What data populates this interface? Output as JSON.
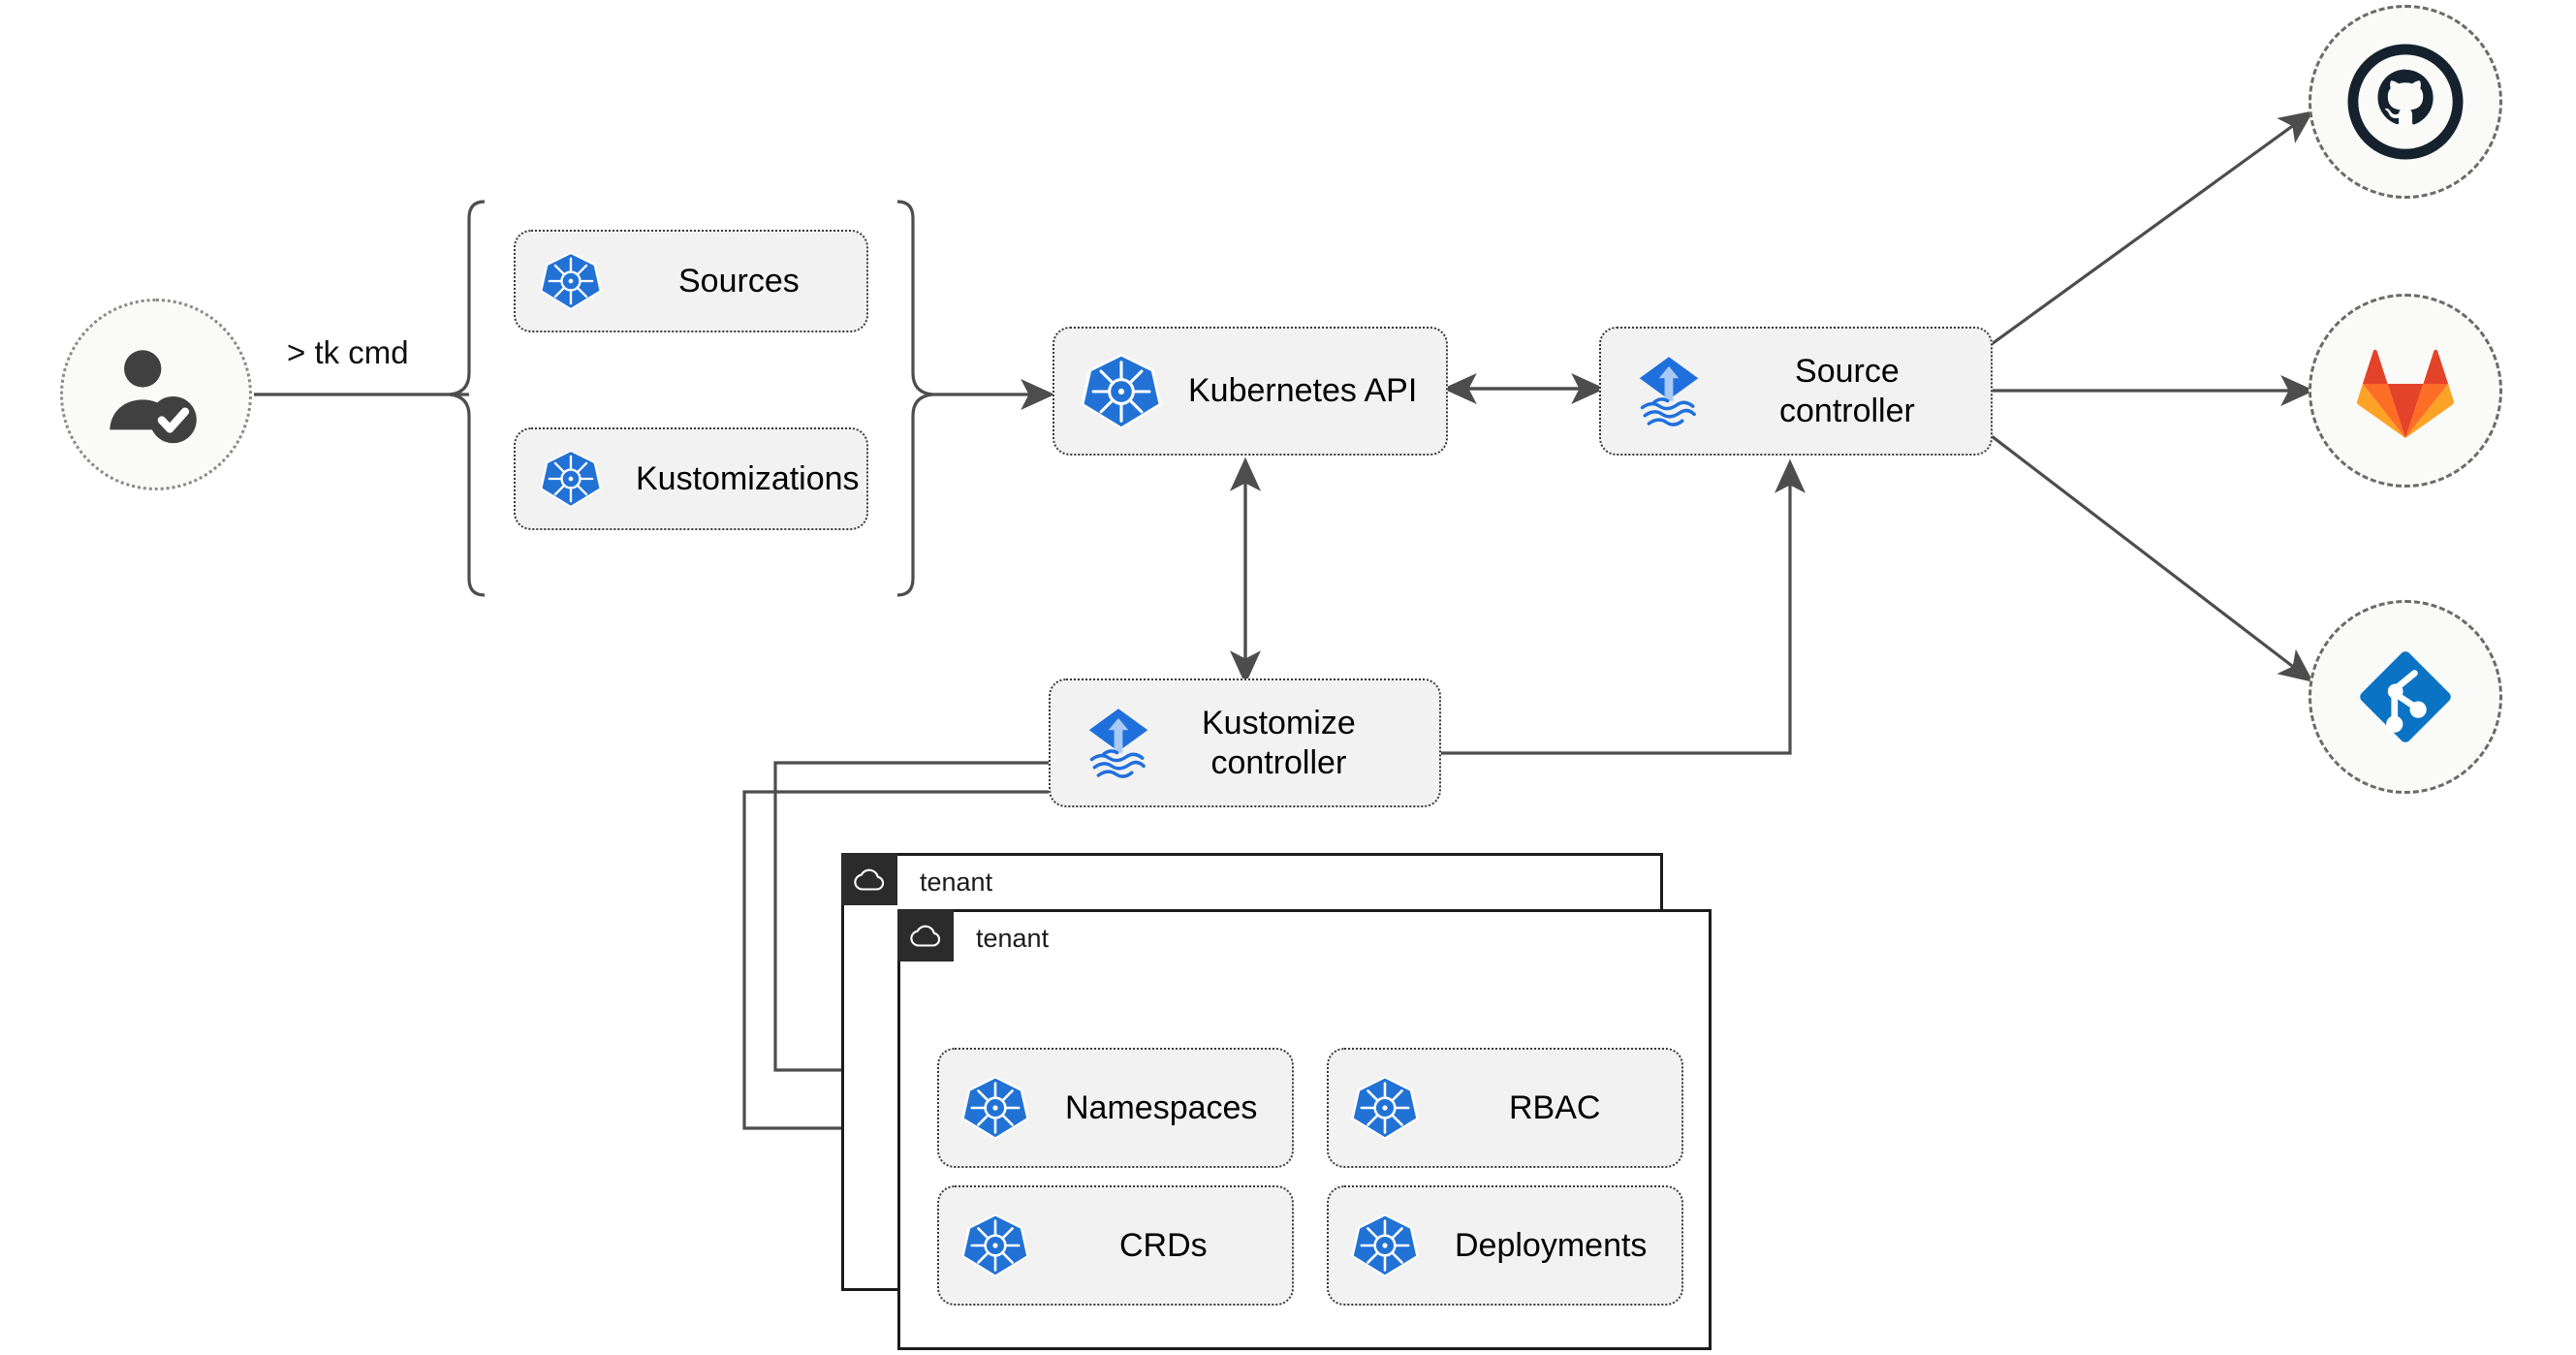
{
  "diagram": {
    "title": "Flux multi-tenancy GitOps architecture",
    "background": "#ffffff",
    "accent_blue": "#1f6fdd",
    "line_color": "#4d4d4d"
  },
  "actor": {
    "name": "user",
    "icon": "user-check-icon",
    "command_label": "> tk cmd"
  },
  "resource_group": {
    "bracket": "curly-brace",
    "items": [
      {
        "label": "Sources",
        "icon": "kubernetes-icon"
      },
      {
        "label": "Kustomizations",
        "icon": "kubernetes-icon"
      }
    ]
  },
  "nodes": {
    "kubernetes_api": {
      "label": "Kubernetes API",
      "icon": "kubernetes-icon"
    },
    "source_controller": {
      "label": "Source\ncontroller",
      "icon": "flux-icon"
    },
    "kustomize_controller": {
      "label": "Kustomize\ncontroller",
      "icon": "flux-icon"
    }
  },
  "repositories": [
    {
      "label": "github",
      "icon": "github-icon",
      "color": "#15222e"
    },
    {
      "label": "gitlab",
      "icon": "gitlab-icon",
      "color": "#e24329"
    },
    {
      "label": "azure-devops",
      "icon": "azure-repos-icon",
      "color": "#0b73c4"
    }
  ],
  "tenants": [
    {
      "title": "tenant",
      "icon": "cloud-icon",
      "resources": []
    },
    {
      "title": "tenant",
      "icon": "cloud-icon",
      "resources": [
        {
          "label": "Namespaces",
          "icon": "kubernetes-icon"
        },
        {
          "label": "RBAC",
          "icon": "kubernetes-icon"
        },
        {
          "label": "CRDs",
          "icon": "kubernetes-icon"
        },
        {
          "label": "Deployments",
          "icon": "kubernetes-icon"
        }
      ]
    }
  ],
  "edges": [
    {
      "from": "user",
      "to": "resource-group",
      "label": "> tk cmd",
      "arrow": "none"
    },
    {
      "from": "resource-group",
      "to": "kubernetes-api",
      "arrow": "end"
    },
    {
      "from": "kubernetes-api",
      "to": "source-controller",
      "arrow": "both"
    },
    {
      "from": "kubernetes-api",
      "to": "kustomize-controller",
      "arrow": "both"
    },
    {
      "from": "kustomize-controller",
      "to": "source-controller",
      "arrow": "end"
    },
    {
      "from": "source-controller",
      "to": "github",
      "arrow": "end"
    },
    {
      "from": "source-controller",
      "to": "gitlab",
      "arrow": "end"
    },
    {
      "from": "source-controller",
      "to": "azure-devops",
      "arrow": "end"
    },
    {
      "from": "kustomize-controller",
      "to": "tenant-1",
      "arrow": "end"
    },
    {
      "from": "kustomize-controller",
      "to": "tenant-2",
      "arrow": "end"
    }
  ]
}
